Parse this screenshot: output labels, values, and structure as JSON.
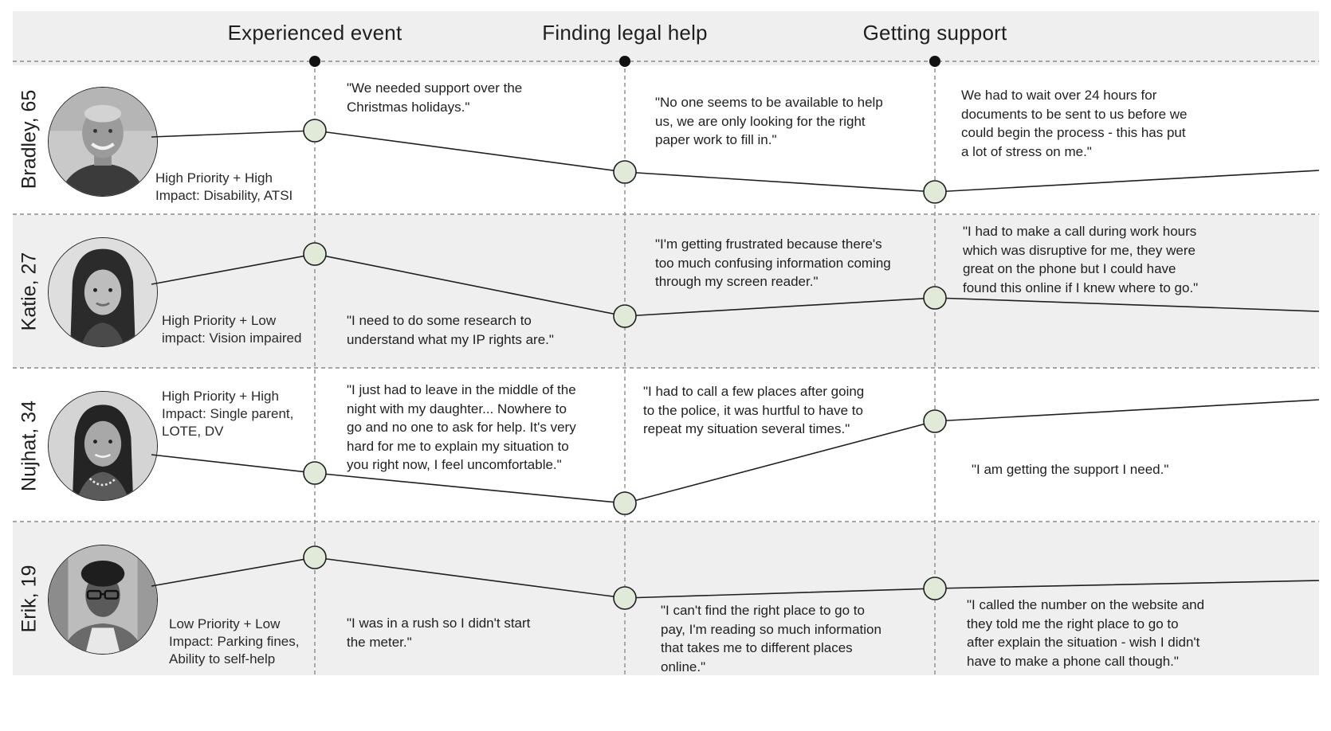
{
  "stages": [
    {
      "label": "Experienced event"
    },
    {
      "label": "Finding legal help"
    },
    {
      "label": "Getting support"
    }
  ],
  "colors": {
    "header_band": "#efefef",
    "row_band": "#efefef",
    "node_fill": "#e1ead8",
    "line": "#1f1f1f",
    "divider": "#8a8a8a"
  },
  "personas": [
    {
      "name": "Bradley, 65",
      "avatar_icon": "portrait-older-man",
      "priority": [
        "High Priority + High",
        "Impact: Disability, ATSI"
      ],
      "quotes": [
        [
          "\"We needed support over the",
          "Christmas holidays.\""
        ],
        [
          "\"No one seems to be available to help",
          "us, we are only looking for the right",
          "paper work to fill in.\""
        ],
        [
          "We had to wait over 24 hours for",
          "documents to be sent to us before we",
          "could begin the process - this has put",
          "a lot of stress on me.\""
        ]
      ]
    },
    {
      "name": "Katie, 27",
      "avatar_icon": "portrait-young-woman",
      "priority": [
        "High Priority + Low",
        "impact: Vision impaired"
      ],
      "quotes": [
        [
          "\"I need to do some research to",
          "understand what my IP rights are.\""
        ],
        [
          "\"I'm getting frustrated because there's",
          "too much confusing information coming",
          "through my screen reader.\""
        ],
        [
          "\"I had to make a call during work hours",
          "which was disruptive for me, they were",
          "great on the phone but I could have",
          "found this online if I knew where to go.\""
        ]
      ]
    },
    {
      "name": "Nujhat, 34",
      "avatar_icon": "portrait-woman",
      "priority": [
        "High Priority + High",
        "Impact: Single parent,",
        "LOTE, DV"
      ],
      "quotes": [
        [
          "\"I just had to leave in the middle of the",
          "night with my daughter... Nowhere to",
          "go and no one to ask for help. It's very",
          "hard for me to explain my situation to",
          "you right now, I feel uncomfortable.\""
        ],
        [
          "\"I had to call a few places after going",
          "to the police, it was hurtful to have to",
          "repeat my situation several times.\""
        ],
        [
          "\"I am getting the support I need.\""
        ]
      ]
    },
    {
      "name": "Erik, 19",
      "avatar_icon": "portrait-young-man",
      "priority": [
        "Low Priority + Low",
        "Impact: Parking fines,",
        "Ability to self-help"
      ],
      "quotes": [
        [
          "\"I was in a rush so I didn't start",
          "the meter.\""
        ],
        [
          "\"I can't find the right place to go to",
          "pay, I'm reading so much information",
          "that takes me to different places",
          "online.\""
        ],
        [
          "\"I called the number on the website and",
          "they told me the right place to go to",
          "after explain the situation - wish I didn't",
          "have to make a phone call though.\""
        ]
      ]
    }
  ]
}
